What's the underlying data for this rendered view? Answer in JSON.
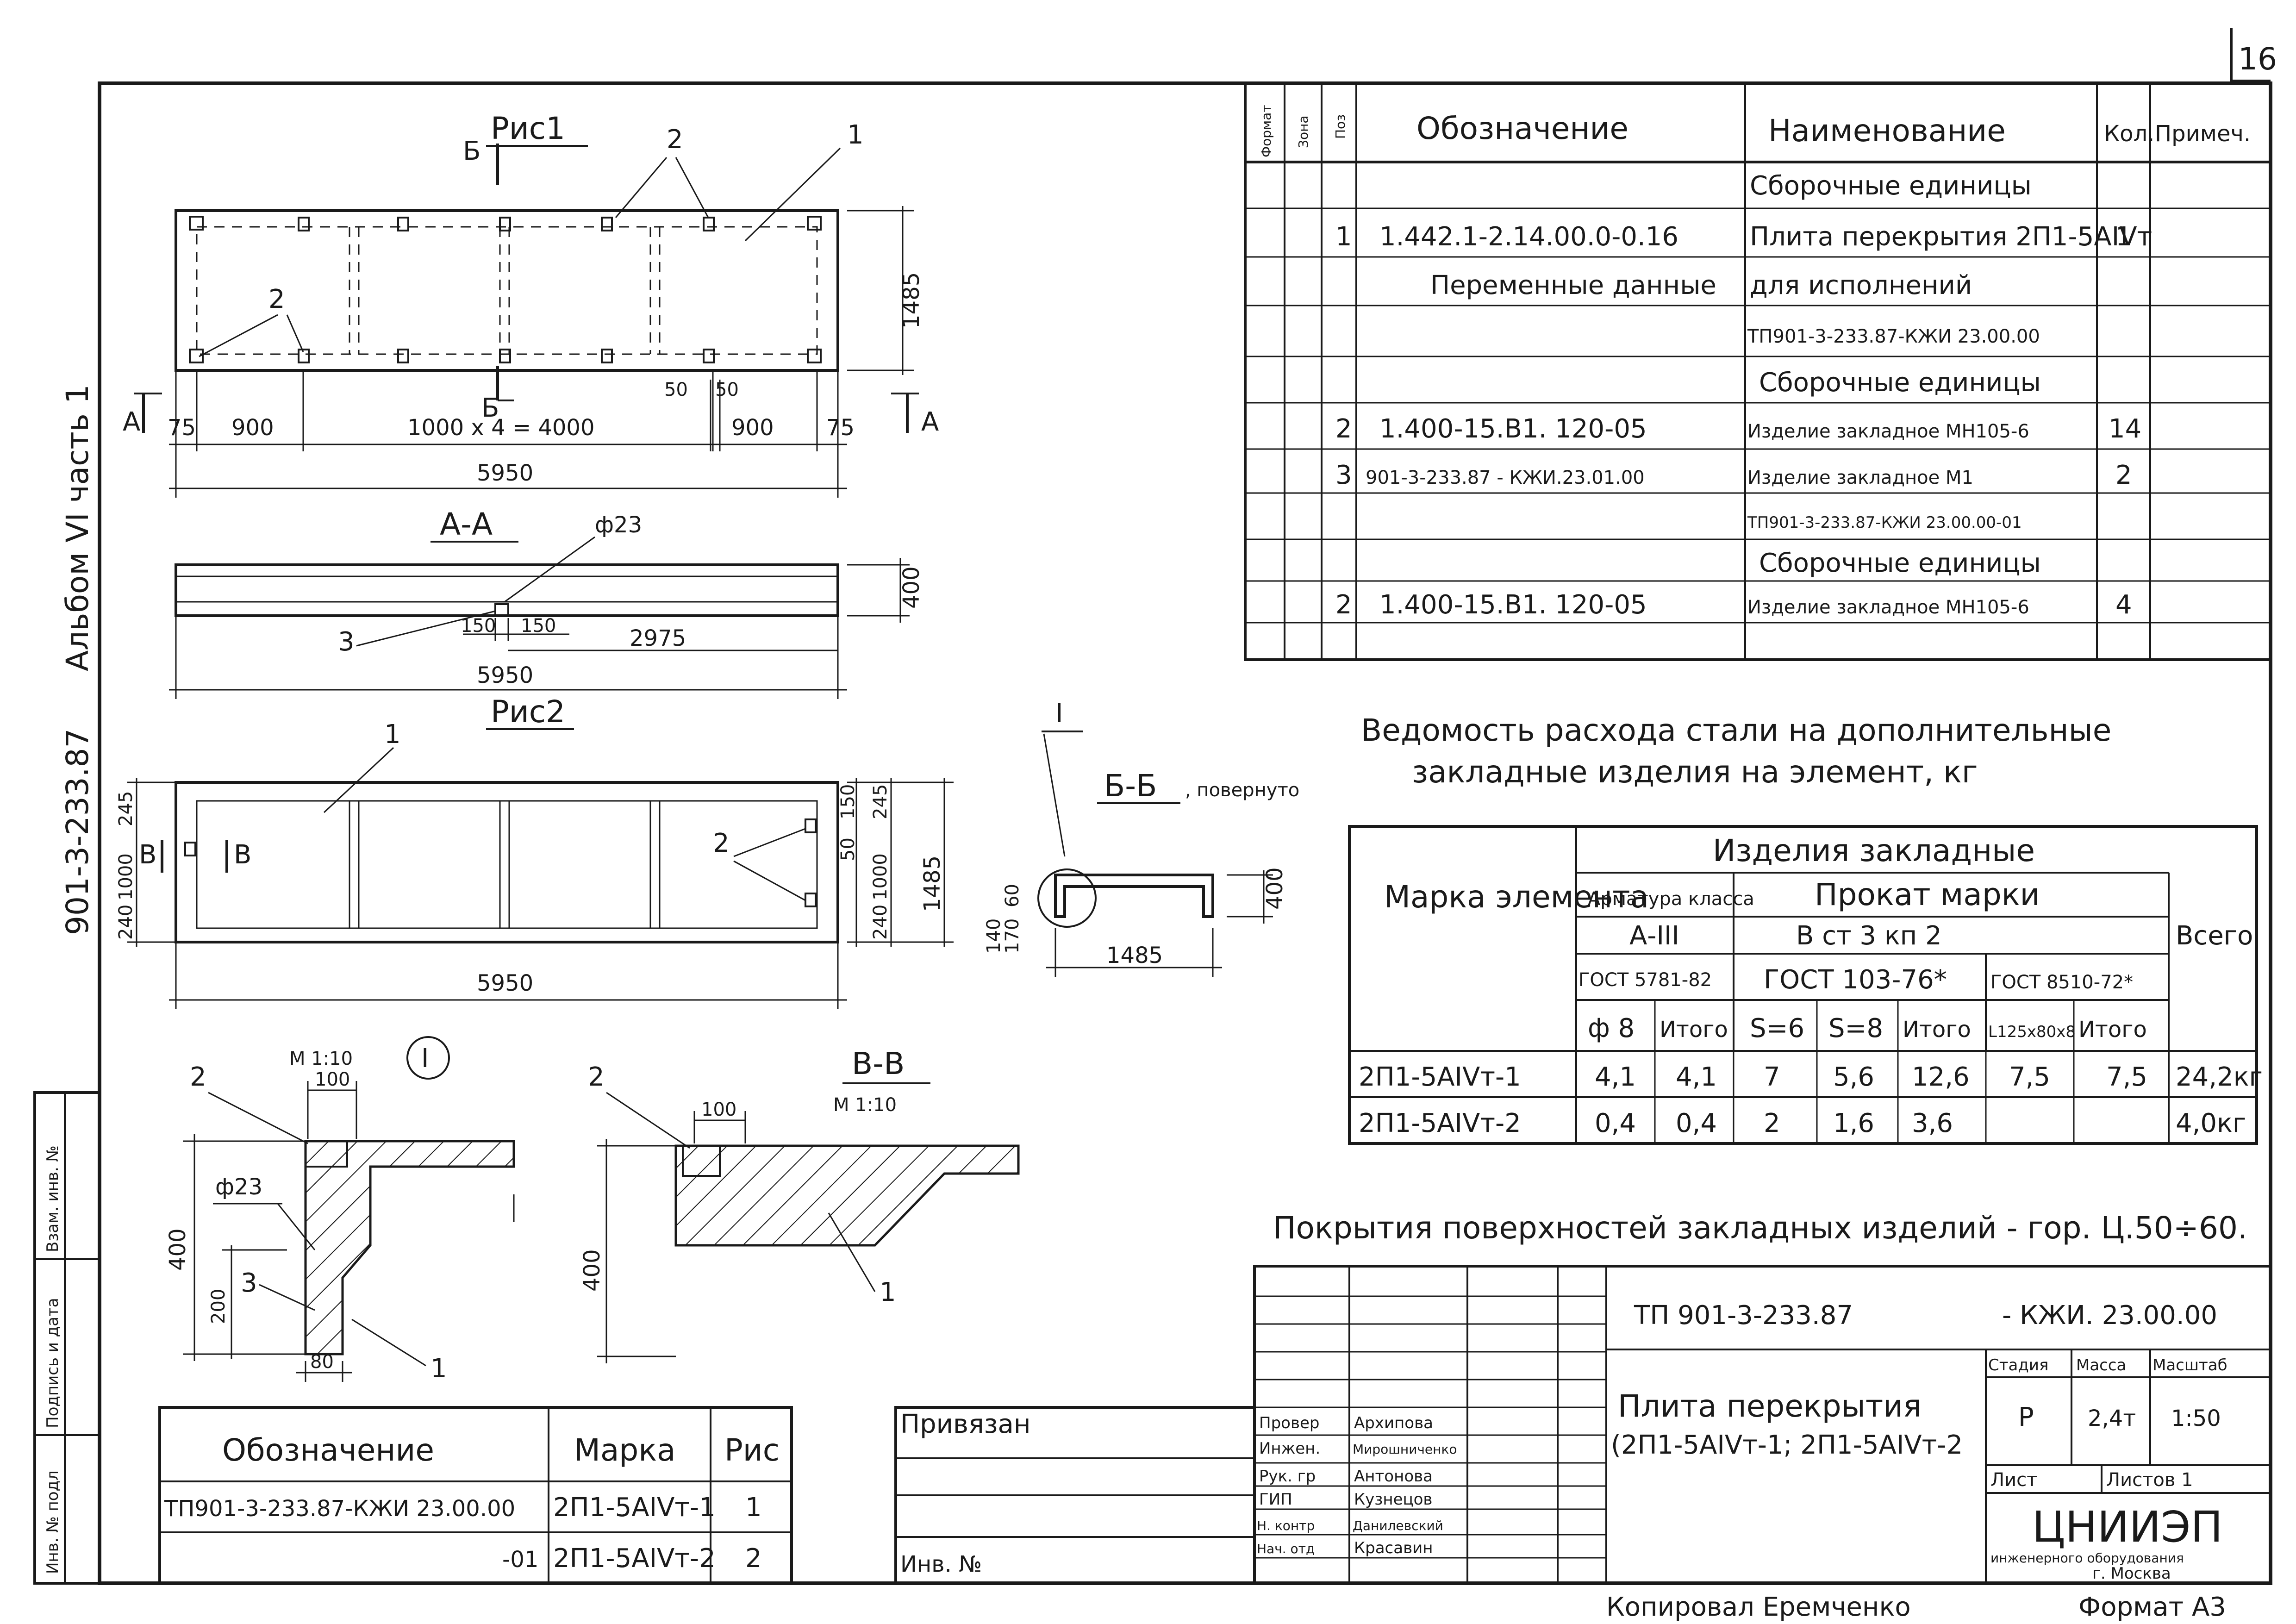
{
  "sheet_no": "16",
  "left_strip": {
    "album": "Альбом VI  часть 1",
    "project": "901-3-233.87",
    "fields": [
      "Инв. № подл",
      "Подпись и дата",
      "Взам. инв. №"
    ]
  },
  "figures": {
    "fig1_title": "Рис1",
    "fig2_title": "Рис2",
    "section_aa": "А-А",
    "section_bb": "Б-Б",
    "section_bb_note": ", повернуто",
    "section_vv": "В-В",
    "scale_vv": "М 1:10",
    "node_mark": "I",
    "node_scale": "М 1:10",
    "cut_b": "Б",
    "cut_a": "А",
    "cut_v": "В",
    "pos1": "1",
    "pos2": "2",
    "pos3": "3",
    "dim_5950": "5950",
    "dim_1485": "1485",
    "dim_75": "75",
    "dim_900": "900",
    "dim_1000x4": "1000 х 4 = 4000",
    "dim_50": "50",
    "dim_400": "400",
    "dim_150": "150",
    "dim_2975": "2975",
    "dim_phi23": "ф23",
    "dim_245": "245",
    "dim_1000": "1000",
    "dim_240": "240",
    "dim_140": "140",
    "dim_170": "170",
    "dim_60": "60",
    "dim_100": "100",
    "dim_200": "200",
    "dim_80": "80"
  },
  "spec_table": {
    "headers": [
      "Формат",
      "Зона",
      "Поз",
      "Обозначение",
      "Наименование",
      "Кол.",
      "Примеч."
    ],
    "rows": [
      {
        "pos": "",
        "designation": "",
        "name": "Сборочные единицы",
        "qty": ""
      },
      {
        "pos": "1",
        "designation": "1.442.1-2.14.00.0-0.16",
        "name": "Плита перекрытия 2П1-5АIVт",
        "qty": "1"
      },
      {
        "pos": "",
        "designation": "Переменные данные",
        "name": "для исполнений",
        "qty": ""
      },
      {
        "pos": "",
        "designation": "",
        "name": "ТП901-3-233.87-КЖИ 23.00.00",
        "qty": ""
      },
      {
        "pos": "",
        "designation": "",
        "name": "Сборочные единицы",
        "qty": ""
      },
      {
        "pos": "2",
        "designation": "1.400-15.В1. 120-05",
        "name": "Изделие закладное МН105-6",
        "qty": "14"
      },
      {
        "pos": "3",
        "designation": "901-3-233.87 - КЖИ.23.01.00",
        "name": "Изделие закладное М1",
        "qty": "2"
      },
      {
        "pos": "",
        "designation": "",
        "name": "ТП901-3-233.87-КЖИ 23.00.00-01",
        "qty": ""
      },
      {
        "pos": "",
        "designation": "",
        "name": "Сборочные единицы",
        "qty": ""
      },
      {
        "pos": "2",
        "designation": "1.400-15.В1. 120-05",
        "name": "Изделие закладное МН105-6",
        "qty": "4"
      },
      {
        "pos": "",
        "designation": "",
        "name": "",
        "qty": ""
      }
    ]
  },
  "steel_table": {
    "title_line1": "Ведомость расхода стали на дополнительные",
    "title_line2": "закладные изделия на элемент, кг",
    "h_mark": "Марка элемента",
    "h_items": "Изделия закладные",
    "h_rebar": "Арматура класса",
    "h_rebar_class": "А-III",
    "h_rebar_gost": "ГОСТ 5781-82",
    "h_rolled": "Прокат марки",
    "h_rolled_grade": "В ст 3 кп 2",
    "h_gost103": "ГОСТ 103-76*",
    "h_gost8510": "ГОСТ 8510-72*",
    "h_total": "Всего",
    "sub": [
      "ф 8",
      "Итого",
      "S=6",
      "S=8",
      "Итого",
      "L125х80х8",
      "Итого"
    ],
    "rows": [
      {
        "mark": "2П1-5АIVт-1",
        "cells": [
          "4,1",
          "4,1",
          "7",
          "5,6",
          "12,6",
          "7,5",
          "7,5"
        ],
        "total": "24,2кг"
      },
      {
        "mark": "2П1-5АIVт-2",
        "cells": [
          "0,4",
          "0,4",
          "2",
          "1,6",
          "3,6",
          "",
          ""
        ],
        "total": "4,0кг"
      }
    ]
  },
  "coating_note": "Покрытия поверхностей закладных изделий - гор. Ц.50÷60.",
  "marks_table": {
    "headers": [
      "Обозначение",
      "Марка",
      "Рис"
    ],
    "rows": [
      {
        "designation": "ТП901-3-233.87-КЖИ 23.00.00",
        "mark": "2П1-5АIVт-1",
        "fig": "1"
      },
      {
        "designation": "-01",
        "mark": "2П1-5АIVт-2",
        "fig": "2"
      }
    ]
  },
  "title_block": {
    "privyazan": "Привязан",
    "inv_no": "Инв. №",
    "code_left": "ТП 901-3-233.87",
    "code_right": "- КЖИ. 23.00.00",
    "title_line1": "Плита  перекрытия",
    "title_line2": "(2П1-5АIVт-1; 2П1-5АIVт-2",
    "stage_h": "Стадия",
    "mass_h": "Масса",
    "scale_h": "Масштаб",
    "stage": "Р",
    "mass": "2,4т",
    "scale": "1:50",
    "sheet_h": "Лист",
    "sheets_h": "Листов 1",
    "org": "ЦНИИЭП",
    "org_sub1": "инженерного оборудования",
    "org_sub2": "г. Москва",
    "staff": [
      {
        "role": "Провер",
        "name": "Архипова"
      },
      {
        "role": "Инжен.",
        "name": "Мирошниченко"
      },
      {
        "role": "Рук. гр",
        "name": "Антонова"
      },
      {
        "role": "ГИП",
        "name": "Кузнецов"
      },
      {
        "role": "Н. контр",
        "name": "Данилевский"
      },
      {
        "role": "Нач. отд",
        "name": "Красавин"
      }
    ]
  },
  "footer": {
    "copied": "Копировал Еремченко",
    "format": "Формат А3"
  }
}
